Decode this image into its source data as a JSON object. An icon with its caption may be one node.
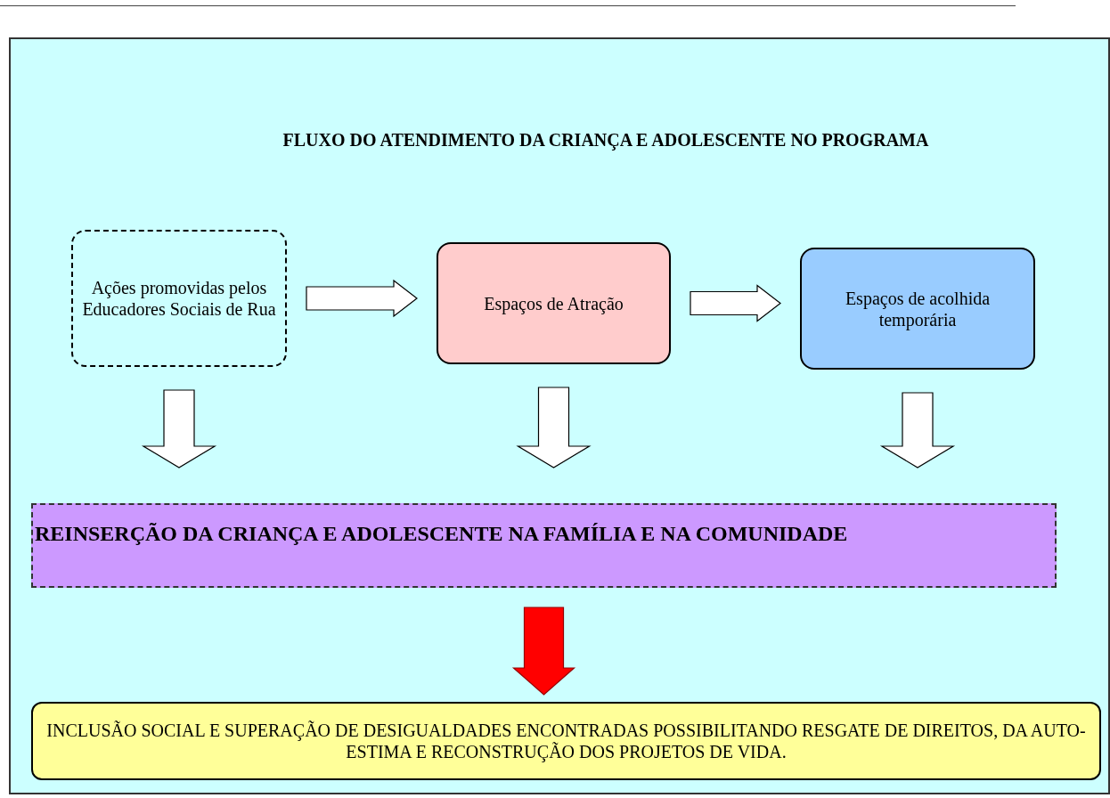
{
  "diagram": {
    "title": "FLUXO DO ATENDIMENTO DA CRIANÇA E ADOLESCENTE NO PROGRAMA",
    "nodes": [
      {
        "text": [
          "Ações promovidas pelos Educadores Sociais de Rua"
        ]
      },
      {
        "text": [
          "Espaços de Atração"
        ]
      },
      {
        "text": [
          "Espaços de acolhida temporária"
        ]
      },
      {
        "text": [
          "REINSERÇÃO DA CRIANÇA E ADOLESCENTE NA FAMÍLIA E NA COMUNIDADE"
        ]
      },
      {
        "text": [
          "INCLUSÃO SOCIAL E SUPERAÇÃO DE DESIGUALDADES ENCONTRADAS POSSIBILITANDO RESGATE DE DIREITOS, DA AUTO-ESTIMA E RECONSTRUÇÃO DOS PROJETOS DE VIDA."
        ]
      }
    ],
    "edges": [
      {
        "from": 0,
        "to": 1,
        "arrow": "to"
      },
      {
        "from": 1,
        "to": 2,
        "arrow": "to"
      },
      {
        "from": 0,
        "to": 3,
        "arrow": "to"
      },
      {
        "from": 1,
        "to": 3,
        "arrow": "to"
      },
      {
        "from": 2,
        "to": 3,
        "arrow": "to"
      },
      {
        "from": 3,
        "to": 4,
        "arrow": "to",
        "color": "#ff0000"
      }
    ]
  }
}
